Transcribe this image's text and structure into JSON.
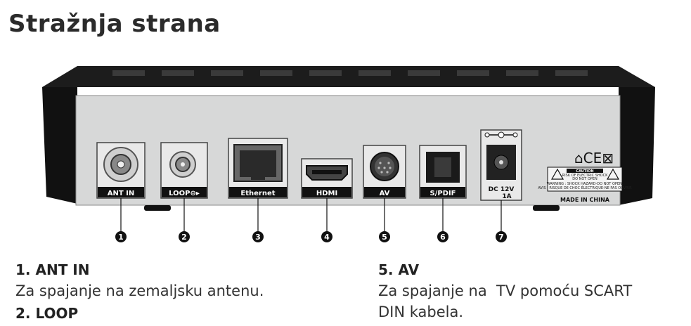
{
  "page": {
    "title": "Stražnja strana"
  },
  "ports": [
    {
      "num": "1",
      "label": "ANT IN"
    },
    {
      "num": "2",
      "label": "LOOP⊖▸"
    },
    {
      "num": "3",
      "label": "Ethernet"
    },
    {
      "num": "4",
      "label": "HDMI"
    },
    {
      "num": "5",
      "label": "AV"
    },
    {
      "num": "6",
      "label": "S/PDIF"
    },
    {
      "num": "7",
      "label": "DC 12V",
      "label2": "1A"
    }
  ],
  "device": {
    "certs": "⌂CE⊠",
    "warning_title": "CAUTION",
    "warning_line1": "RISK OF ELECTRIC SHOCK",
    "warning_line2": "DO NOT OPEN",
    "warning_line3": "WARNING : SHOCK HAZARD-DO NOT OPEN.",
    "warning_line4": "AVIS : RISQUE DE CHOC ÉLECTRIQUE-NE PAS OUVRIR",
    "made_in": "MADE IN CHINA"
  },
  "descriptions": {
    "left": [
      {
        "heading": "1. ANT IN",
        "text": "Za spajanje na zemaljsku antenu."
      },
      {
        "heading": "2. LOOP"
      }
    ],
    "right": [
      {
        "heading": "5. AV",
        "text": "Za spajanje na  TV pomoću SCART",
        "text2": "DIN kabela."
      }
    ]
  }
}
